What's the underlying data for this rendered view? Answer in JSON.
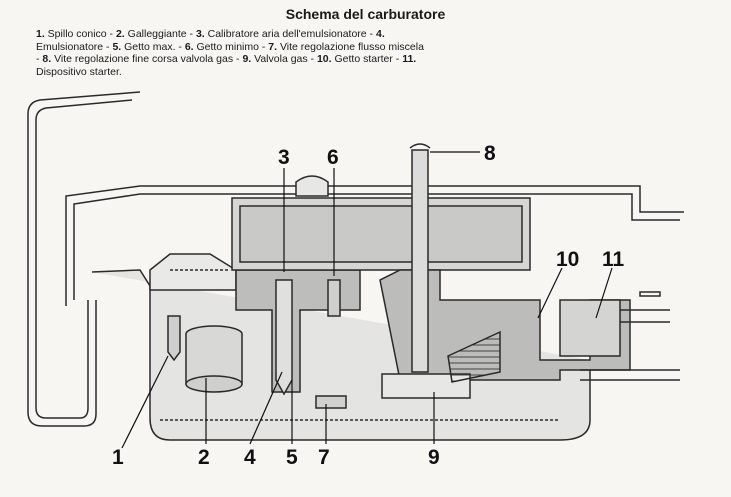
{
  "title": "Schema del carburatore",
  "legend": [
    {
      "n": "1.",
      "t": " Spillo conico - "
    },
    {
      "n": "2.",
      "t": " Galleggiante - "
    },
    {
      "n": "3.",
      "t": " Calibratore aria dell'emulsionatore - "
    },
    {
      "n": "4.",
      "t": " Emulsionatore - "
    },
    {
      "n": "5.",
      "t": " Getto max. - "
    },
    {
      "n": "6.",
      "t": " Getto minimo - "
    },
    {
      "n": "7.",
      "t": " Vite regolazione flusso miscela - "
    },
    {
      "n": "8.",
      "t": " Vite regolazione fine corsa valvola gas - "
    },
    {
      "n": "9.",
      "t": " Valvola gas - "
    },
    {
      "n": "10.",
      "t": " Getto starter - "
    },
    {
      "n": "11.",
      "t": " Dispositivo starter."
    }
  ],
  "callouts": [
    "1",
    "2",
    "3",
    "4",
    "5",
    "6",
    "7",
    "8",
    "9",
    "10",
    "11"
  ]
}
